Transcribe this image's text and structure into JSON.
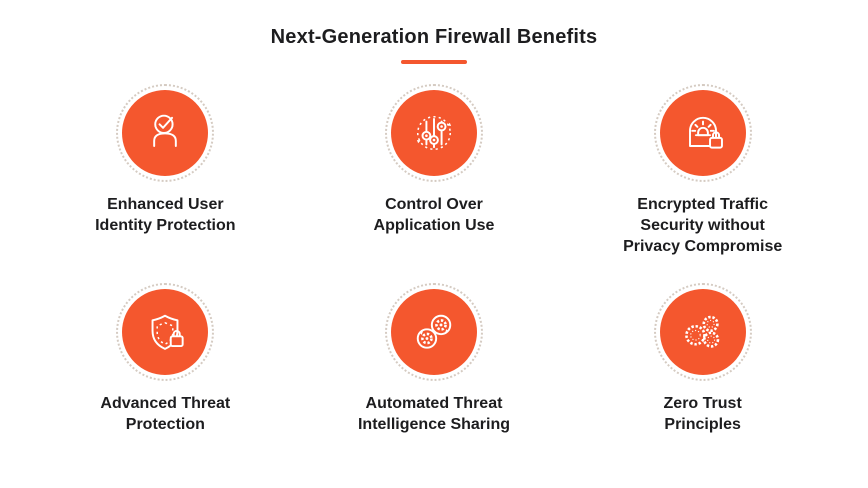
{
  "title": "Next-Generation Firewall Benefits",
  "accent_color": "#F4572E",
  "ring_color": "#D5CBC2",
  "text_color": "#1D1D1F",
  "items": [
    {
      "icon": "user-identity-check-icon",
      "label": "Enhanced User\nIdentity Protection"
    },
    {
      "icon": "application-sliders-icon",
      "label": "Control Over\nApplication Use"
    },
    {
      "icon": "encrypted-tunnel-lock-icon",
      "label": "Encrypted Traffic\nSecurity without\nPrivacy Compromise"
    },
    {
      "icon": "shield-lock-icon",
      "label": "Advanced Threat\nProtection"
    },
    {
      "icon": "automation-gears-icon",
      "label": "Automated Threat\nIntelligence Sharing"
    },
    {
      "icon": "zero-trust-gears-icon",
      "label": "Zero Trust\nPrinciples"
    }
  ]
}
